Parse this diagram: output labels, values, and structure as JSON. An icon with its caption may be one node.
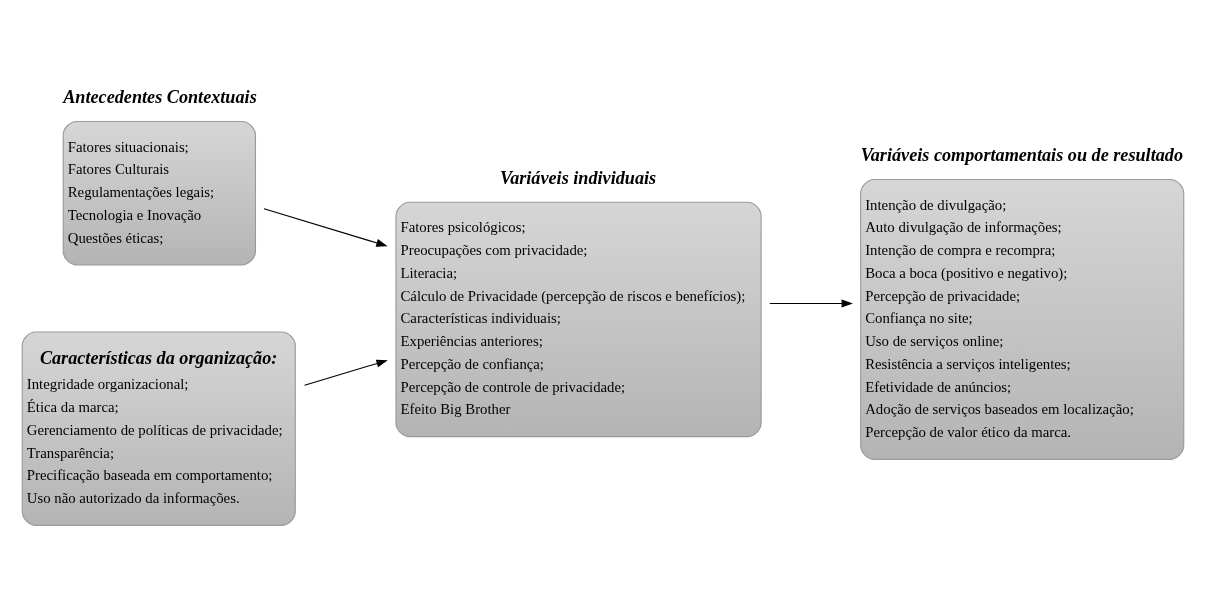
{
  "diagram": {
    "nodes": [
      {
        "text": [
          "Antecedentes Contextuais",
          "Fatores situacionais;",
          "Fatores Culturais",
          "Regulamentações legais;",
          "Tecnologia e Inovação",
          "Questões éticas;"
        ]
      },
      {
        "text": [
          "Variáveis individuais",
          "Fatores psicológicos;",
          "Preocupações com privacidade;",
          "Literacia;",
          "Cálculo de Privacidade (percepção de riscos e benefícios);",
          "Características individuais;",
          "Experiências anteriores;",
          "Percepção de confiança;",
          "Percepção de controle de privacidade;",
          "Efeito Big Brother"
        ]
      },
      {
        "text": [
          "Variáveis comportamentais ou de resultado",
          "Intenção de divulgação;",
          "Auto divulgação de informações;",
          "Intenção de compra e recompra;",
          "Boca a boca (positivo e negativo);",
          "Percepção de privacidade;",
          "Confiança no site;",
          "Uso de serviços online;",
          "Resistência a serviços inteligentes;",
          "Efetividade de anúncios;",
          "Adoção de serviços baseados em localização;",
          "Percepção de valor ético da marca."
        ]
      },
      {
        "text": [
          "Características da organização:",
          "Integridade organizacional;",
          "Ética da marca;",
          "Gerenciamento de políticas de privacidade;",
          "Transparência;",
          "Precificação baseada em comportamento;",
          "Uso não autorizado da informações."
        ]
      }
    ],
    "edges": [
      {
        "from": 0,
        "to": 1,
        "arrow": "to"
      },
      {
        "from": 3,
        "to": 1,
        "arrow": "to"
      },
      {
        "from": 1,
        "to": 2,
        "arrow": "to"
      }
    ]
  }
}
